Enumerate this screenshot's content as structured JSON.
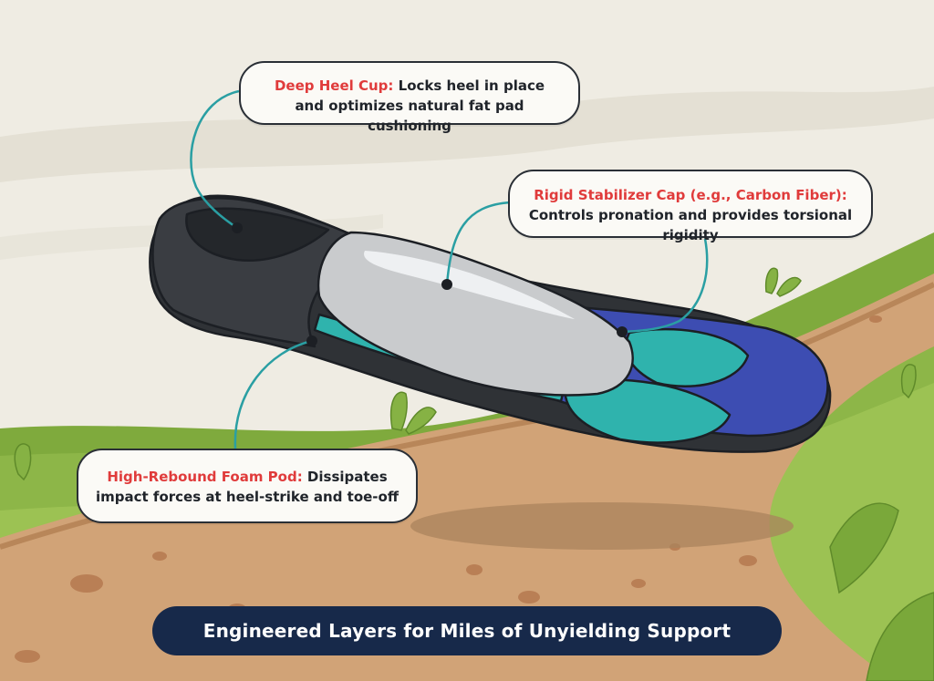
{
  "callouts": {
    "heel_cup": {
      "term": "Deep Heel Cup:",
      "line1": " Locks heel in place",
      "line2": "and optimizes natural fat pad cushioning"
    },
    "stabilizer_cap": {
      "term": "Rigid Stabilizer Cap (e.g., Carbon Fiber):",
      "line2": "Controls pronation and provides torsional rigidity"
    },
    "foam_pod": {
      "term": "High-Rebound Foam Pod:",
      "line1": " Dissipates",
      "line2": "impact forces at heel-strike and toe-off"
    }
  },
  "footer": {
    "title": "Engineered Layers for Miles of Unyielding Support"
  },
  "colors": {
    "sky": "#efece3",
    "grass": "#7faa3d",
    "path": "#d1a377",
    "heel_shell": "#3a3d42",
    "cap_silver": "#c9cbcd",
    "foam_teal": "#2fb3ad",
    "forefoot_blue": "#3d4db2",
    "callout_leader": "#2a9fa3",
    "accent_red": "#e03b3b",
    "banner_navy": "#17294a"
  }
}
